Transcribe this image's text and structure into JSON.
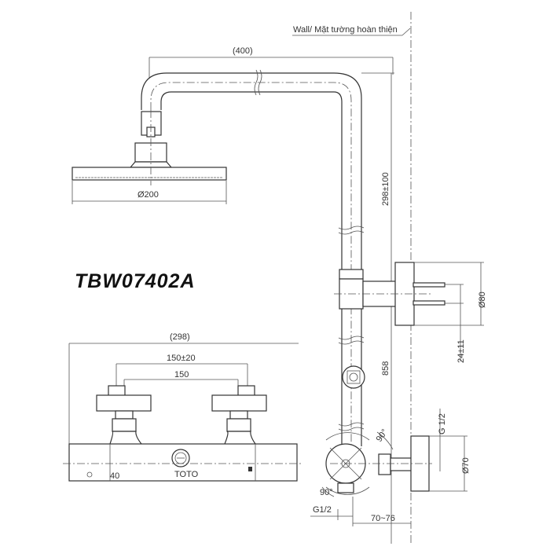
{
  "model": "TBW07402A",
  "wall_label": "Wall/ Mặt tường hoàn thiện",
  "dimensions": {
    "arm_length": "(400)",
    "head_diameter": "Ø200",
    "riser_adjust": "298±100",
    "height": "858",
    "bracket_diameter": "Ø80",
    "bracket_offset": "24±11",
    "mixer_width": "(298)",
    "inlet_centers_adjust": "150±20",
    "inlet_centers": "150",
    "inlet_thread_top": "G 1/2",
    "inlet_thread_bottom": "G1/2",
    "flange_diameter": "Ø70",
    "wall_offset": "70~76",
    "angle_top": "90°",
    "angle_bottom": "90°"
  },
  "mixer_marks": {
    "temp": "40",
    "brand": "TOTO"
  }
}
